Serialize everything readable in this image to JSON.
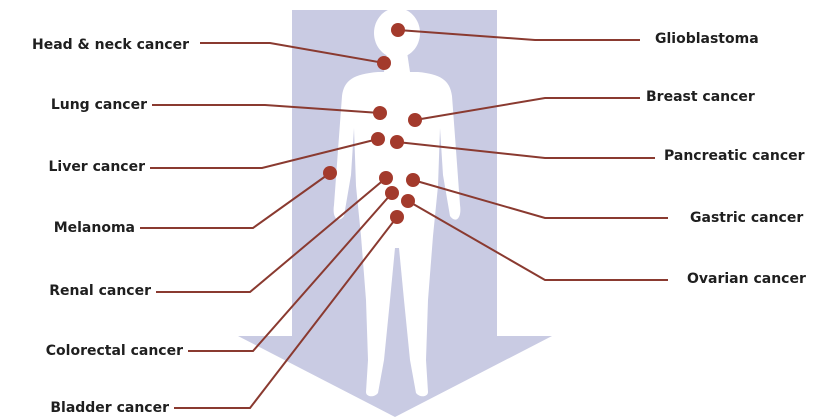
{
  "colors": {
    "arrow": "#c9cbe3",
    "body": "#ffffff",
    "leader": "#8a3a30",
    "marker": "#a33a2c",
    "text": "#1f1f1f"
  },
  "labels": {
    "glioblastoma": "Glioblastoma",
    "head_neck": "Head & neck cancer",
    "lung": "Lung cancer",
    "breast": "Breast cancer",
    "liver": "Liver cancer",
    "pancreatic": "Pancreatic cancer",
    "melanoma": "Melanoma",
    "gastric": "Gastric cancer",
    "renal": "Renal cancer",
    "ovarian": "Ovarian cancer",
    "colorectal": "Colorectal cancer",
    "bladder": "Bladder cancer"
  }
}
